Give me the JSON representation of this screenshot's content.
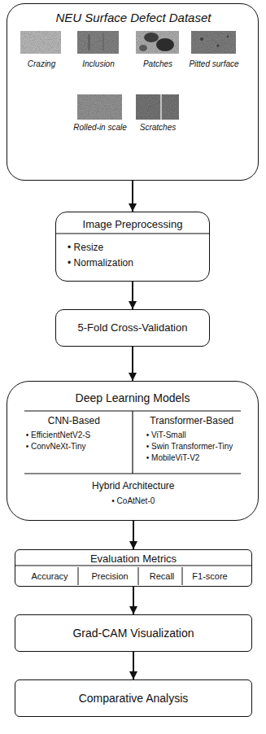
{
  "diagram": {
    "nodes": [
      {
        "text": [
          "NEU Surface Defect Dataset",
          "Crazing",
          "Inclusion",
          "Patches",
          "Pitted surface",
          "Rolled-in scale",
          "Scratches"
        ]
      },
      {
        "text": [
          "Image Preprocessing",
          "• Resize",
          "• Normalization"
        ]
      },
      {
        "text": [
          "5-Fold Cross-Validation"
        ]
      },
      {
        "text": [
          "Deep Learning Models"
        ]
      },
      {
        "text": [
          "CNN-Based",
          "• EfficientNetV2-S",
          "• ConvNeXt-Tiny"
        ],
        "in": 3
      },
      {
        "text": [
          "Transformer-Based",
          "• ViT-Small",
          "• Swin Transformer-Tiny",
          "• MobileViT-V2"
        ],
        "in": 3
      },
      {
        "text": [
          "Hybrid Architecture",
          "• CoAtNet-0"
        ],
        "in": 3
      },
      {
        "text": [
          "Evaluation Metrics",
          "Accuracy",
          "Precision",
          "Recall",
          "F1-score"
        ]
      },
      {
        "text": [
          "Grad-CAM Visualization"
        ]
      },
      {
        "text": [
          "Comparative Analysis"
        ]
      }
    ],
    "edges": [
      {
        "from": 0,
        "to": 1,
        "arrow": "to"
      },
      {
        "from": 1,
        "to": 2,
        "arrow": "to"
      },
      {
        "from": 2,
        "to": 3,
        "arrow": "to"
      },
      {
        "from": 3,
        "to": 7,
        "arrow": "to"
      },
      {
        "from": 7,
        "to": 8,
        "arrow": "to"
      },
      {
        "from": 8,
        "to": 9,
        "arrow": "to"
      }
    ]
  }
}
